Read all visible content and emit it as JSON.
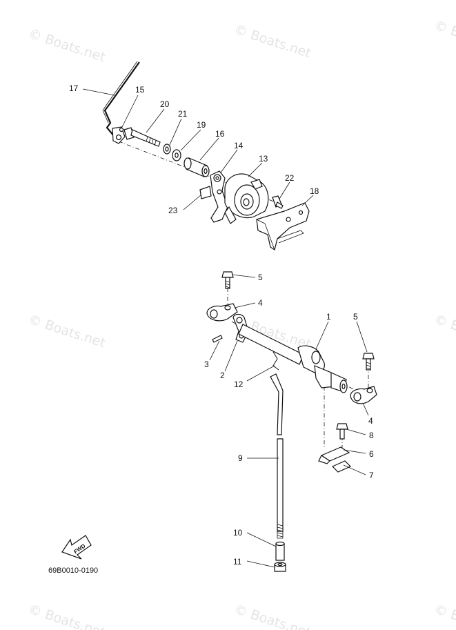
{
  "diagram": {
    "drawing_code": "69B0010-0190",
    "fwd_label": "FWD",
    "watermark_text": "© Boats.net",
    "callouts": {
      "c1": "1",
      "c2": "2",
      "c3": "3",
      "c4a": "4",
      "c4b": "4",
      "c5a": "5",
      "c5b": "5",
      "c6": "6",
      "c7": "7",
      "c8": "8",
      "c9": "9",
      "c10": "10",
      "c11": "11",
      "c12": "12",
      "c13": "13",
      "c14": "14",
      "c15": "15",
      "c16": "16",
      "c17": "17",
      "c18": "18",
      "c19": "19",
      "c20": "20",
      "c21": "21",
      "c22": "22",
      "c23": "23"
    }
  }
}
